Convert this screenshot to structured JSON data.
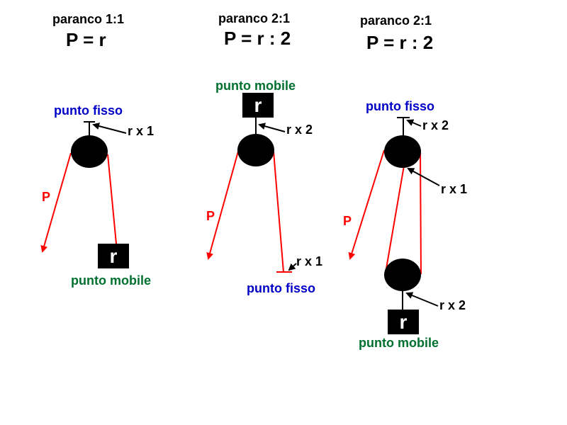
{
  "colors": {
    "force": "#ff0000",
    "fixed_label": "#0000c8",
    "mobile_label": "#007030",
    "pulley": "#000000"
  },
  "panels": [
    {
      "title": "paranco 1:1",
      "formula": "P = r",
      "force_label": "P",
      "weight_label": "r",
      "fixed_label": "punto fisso",
      "mobile_label": "punto mobile",
      "load_labels": [
        "r x 1"
      ]
    },
    {
      "title": "paranco 2:1",
      "formula": "P = r : 2",
      "force_label": "P",
      "weight_label": "r",
      "fixed_label": "punto fisso",
      "mobile_label": "punto mobile",
      "load_labels": [
        "r x 2",
        "r x 1"
      ]
    },
    {
      "title": "paranco 2:1",
      "formula": "P = r : 2",
      "force_label": "P",
      "weight_label": "r",
      "fixed_label": "punto fisso",
      "mobile_label": "punto mobile",
      "load_labels": [
        "r x 2",
        "r x 1",
        "r x 2"
      ]
    }
  ]
}
